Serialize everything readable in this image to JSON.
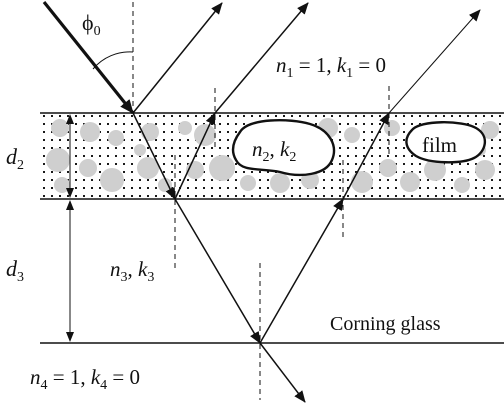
{
  "labels": {
    "phi": "ϕ",
    "phi_sub": "0",
    "medium1": {
      "n": "n",
      "n_sub": "1",
      "eq1": " = 1, ",
      "k": "k",
      "k_sub": "1",
      "eq2": " = 0"
    },
    "medium2": {
      "n": "n",
      "n_sub": "2",
      "sep": ", ",
      "k": "k",
      "k_sub": "2"
    },
    "medium3": {
      "n": "n",
      "n_sub": "3",
      "sep": ", ",
      "k": "k",
      "k_sub": "3"
    },
    "medium4": {
      "n": "n",
      "n_sub": "4",
      "eq1": " = 1, ",
      "k": "k",
      "k_sub": "4",
      "eq2": " = 0"
    },
    "film": "film",
    "d2": {
      "d": "d",
      "sub": "2"
    },
    "d3": {
      "d": "d",
      "sub": "3"
    },
    "substrate": "Corning glass"
  }
}
